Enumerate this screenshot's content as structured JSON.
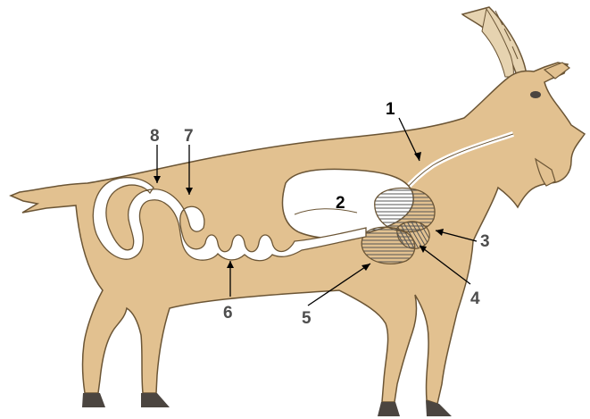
{
  "colors": {
    "body": "#e2c190",
    "outline": "#6b5535",
    "hoof": "#4b4540",
    "horn": "#e6d3b0",
    "organ_fill": "#ffffff",
    "hatch": "#555555",
    "label_dark": "#000000",
    "label_gray": "#4d4d4d"
  },
  "labels": [
    {
      "id": "1",
      "text": "1"
    },
    {
      "id": "2",
      "text": "2"
    },
    {
      "id": "3",
      "text": "3"
    },
    {
      "id": "4",
      "text": "4"
    },
    {
      "id": "5",
      "text": "5"
    },
    {
      "id": "6",
      "text": "6"
    },
    {
      "id": "7",
      "text": "7"
    },
    {
      "id": "8",
      "text": "8"
    }
  ]
}
